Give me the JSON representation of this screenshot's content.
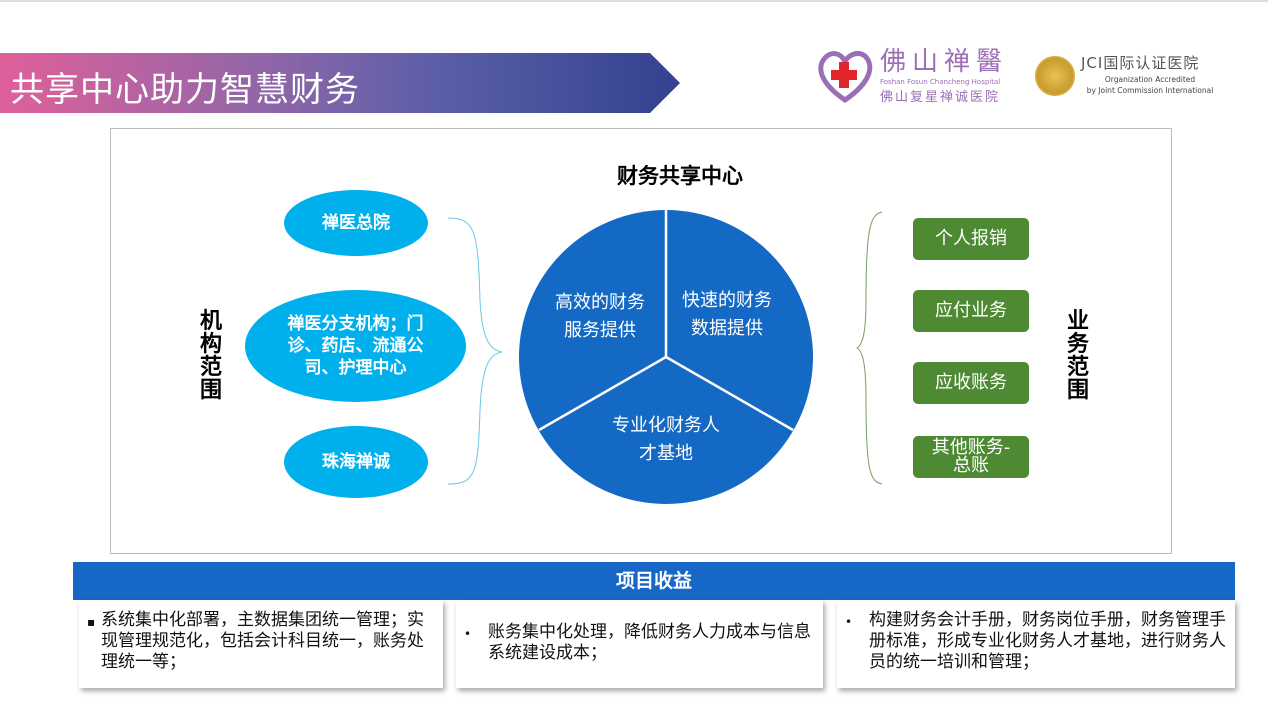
{
  "header": {
    "title": "共享中心助力智慧财务"
  },
  "logos": {
    "hospital_cn": "佛山禅醫",
    "hospital_en": "Foshan Fosun Chancheng Hospital",
    "hospital_cn2": "佛山复星禅诚医院",
    "jci_title": "JCI国际认证医院",
    "jci_line1": "Organization Accredited",
    "jci_line2": "by Joint Commission International"
  },
  "diagram": {
    "title": "财务共享中心",
    "left_label": "机构范围",
    "right_label": "业务范围",
    "institutions": [
      "禅医总院",
      "禅医分支机构；门诊、药店、流通公司、护理中心",
      "珠海禅诚"
    ],
    "pie_segments": [
      "高效的财务服务提供",
      "快速的财务数据提供",
      "专业化财务人才基地"
    ],
    "business": [
      "个人报销",
      "应付业务",
      "应收账务",
      "其他账务-总账"
    ]
  },
  "benefits": {
    "title": "项目收益",
    "bullets": [
      "▪",
      "•",
      "•"
    ],
    "items": [
      "系统集中化部署，主数据集团统一管理；实现管理规范化，包括会计科目统一，账务处理统一等；",
      "账务集中化处理，降低财务人力成本与信息系统建设成本；",
      "构建财务会计手册，财务岗位手册，财务管理手册标准，形成专业化财务人才基地，进行财务人员的统一培训和管理；"
    ]
  },
  "colors": {
    "pie": "#1469c4",
    "ellipse": "#00b0ec",
    "green": "#4e8a34",
    "bar": "#1767c6"
  }
}
